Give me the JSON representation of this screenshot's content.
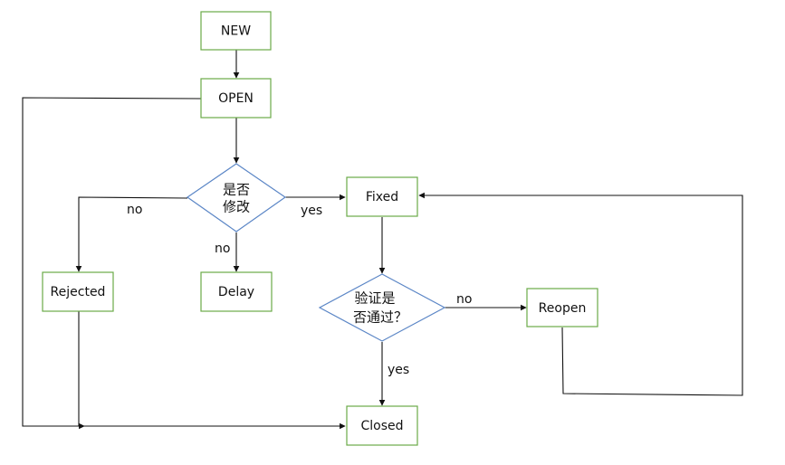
{
  "nodes": {
    "new": "NEW",
    "open": "OPEN",
    "modify_decision": [
      "是否",
      "修改"
    ],
    "fixed": "Fixed",
    "rejected": "Rejected",
    "delay": "Delay",
    "verify_decision": [
      "验证是",
      "否通过？"
    ],
    "reopen": "Reopen",
    "closed": "Closed"
  },
  "edge_labels": {
    "modify_no_left": "no",
    "modify_yes": "yes",
    "modify_no_down": "no",
    "verify_no": "no",
    "verify_yes": "yes"
  },
  "colors": {
    "box_border": "#6aaa48",
    "diamond_border": "#5b86c6",
    "line": "#111111"
  }
}
